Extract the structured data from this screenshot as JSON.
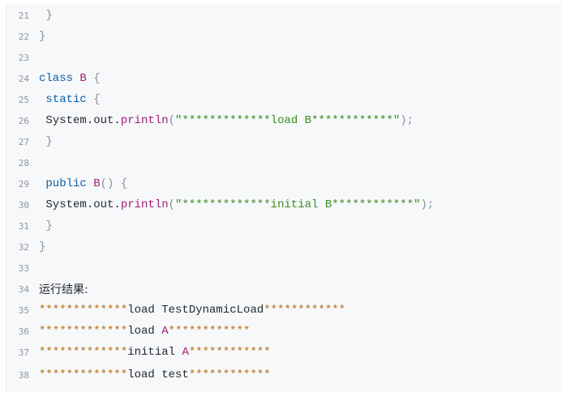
{
  "lines": [
    {
      "n": "21",
      "t": " }"
    },
    {
      "n": "22",
      "t": "}"
    },
    {
      "n": "23",
      "t": ""
    },
    {
      "n": "24",
      "kw": "class",
      "name": "B",
      "brace": "{"
    },
    {
      "n": "25",
      "kw": "static",
      "brace": "{"
    },
    {
      "n": "26",
      "obj": "System.out.",
      "fn": "println",
      "open": "(",
      "str": "\"*************load B************\"",
      "close": ");"
    },
    {
      "n": "27",
      "t": " }"
    },
    {
      "n": "28",
      "t": ""
    },
    {
      "n": "29",
      "kw": "public",
      "name": "B",
      "rest": "() {"
    },
    {
      "n": "30",
      "obj": "System.out.",
      "fn": "println",
      "open": "(",
      "str": "\"*************initial B************\"",
      "close": ");"
    },
    {
      "n": "31",
      "t": " }"
    },
    {
      "n": "32",
      "t": "}"
    },
    {
      "n": "33",
      "t": ""
    },
    {
      "n": "34",
      "t": "运行结果:"
    },
    {
      "n": "35",
      "stars": "*************",
      "text": "load TestDynamicLoad",
      "trail": "************"
    },
    {
      "n": "36",
      "stars": "*************",
      "text": "load ",
      "name": "A",
      "trail": "************"
    },
    {
      "n": "37",
      "stars": "*************",
      "text": "initial ",
      "name": "A",
      "trail": "************"
    },
    {
      "n": "38",
      "stars": "*************",
      "text": "load test",
      "trail": "************"
    }
  ],
  "colors": {
    "background": "#f6f8fa",
    "keyword": "#0b5ea8",
    "class_name": "#a31d73",
    "string": "#3b8a1e",
    "line_number": "#8f959c"
  }
}
